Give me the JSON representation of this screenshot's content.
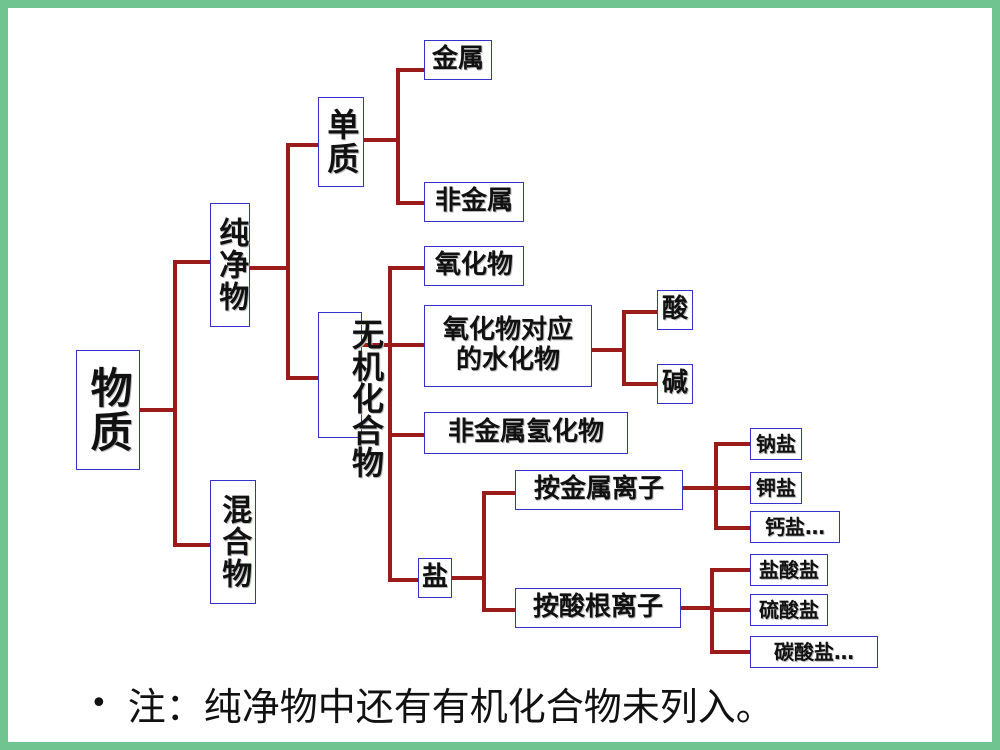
{
  "colors": {
    "frame": "#6fc48f",
    "connector": "#9b1b1b",
    "node_border": "#3333cc"
  },
  "nodes": {
    "root": "物质",
    "pure": "纯净物",
    "mixture": "混合物",
    "element": "单质",
    "inorganic": "无机化合物",
    "metal": "金属",
    "nonmetal": "非金属",
    "oxide": "氧化物",
    "hydrate": "氧化物对应的水化物",
    "acid": "酸",
    "base": "碱",
    "hydride": "非金属氢化物",
    "salt": "盐",
    "by_metal": "按金属离子",
    "by_acid": "按酸根离子",
    "sodium": "钠盐",
    "potassium": "钾盐",
    "calcium": "钙盐…",
    "hcl_salt": "盐酸盐",
    "sulfate": "硫酸盐",
    "carbonate": "碳酸盐…"
  },
  "note": {
    "bullet": "•",
    "text": "注：纯净物中还有有机化合物未列入。"
  }
}
